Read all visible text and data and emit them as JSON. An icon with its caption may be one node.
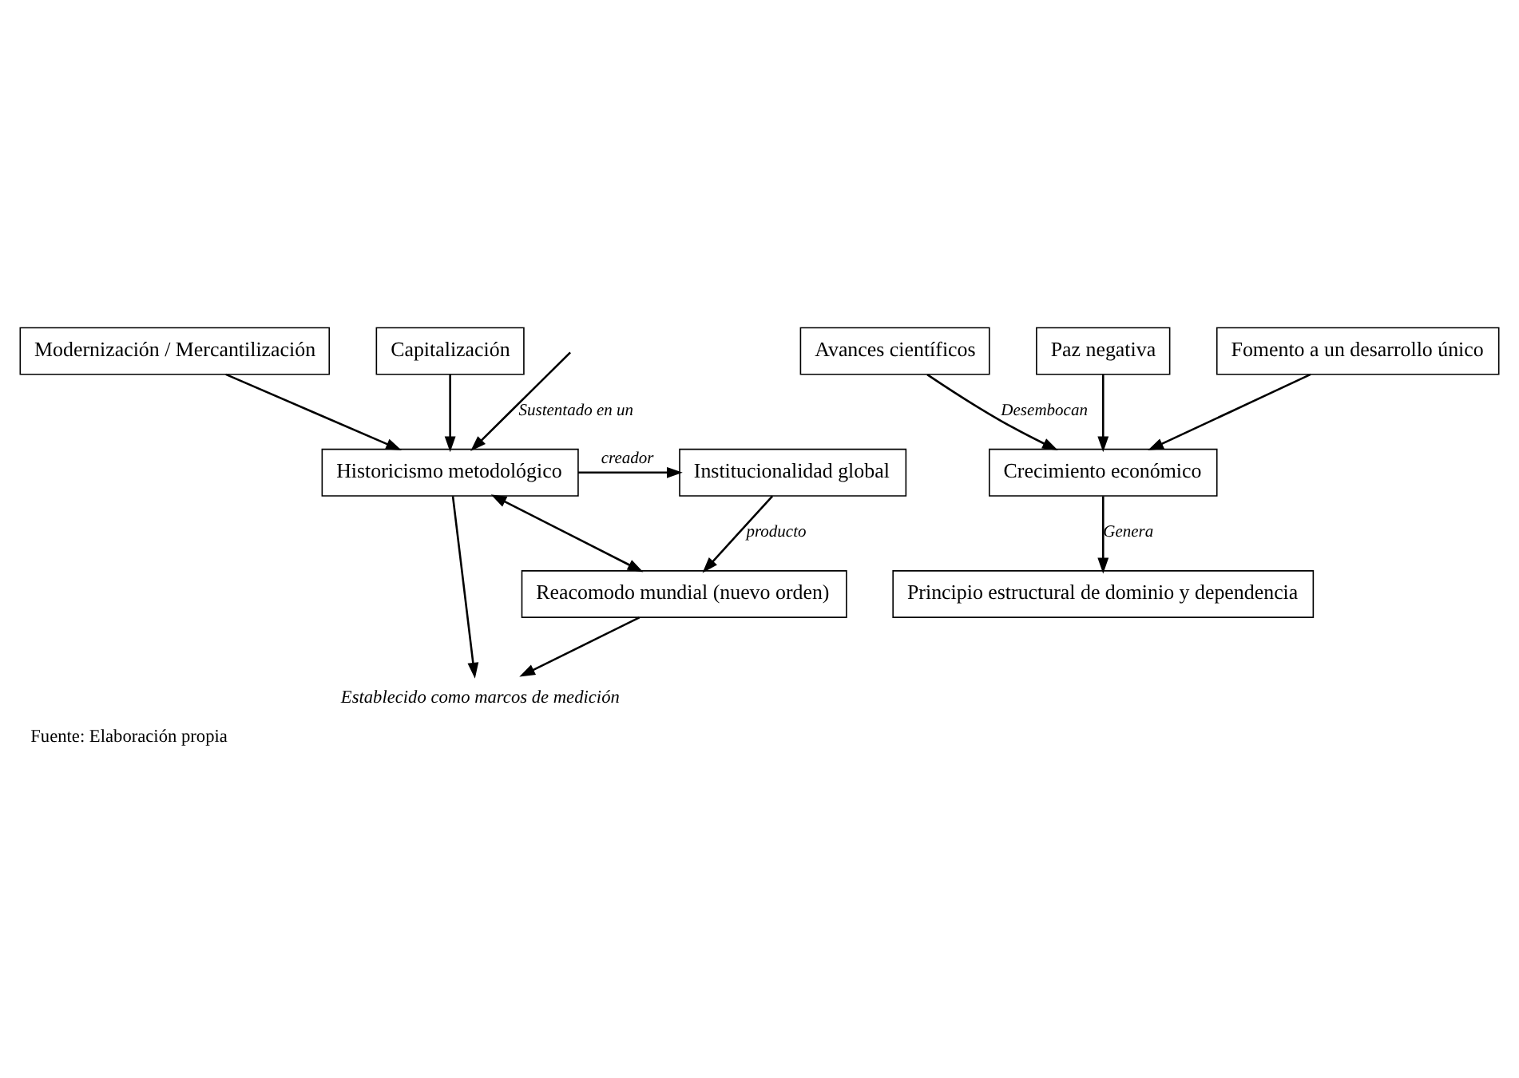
{
  "diagram": {
    "caption": "Fuente: Elaboración propia",
    "nodes": [
      {
        "text": [
          "Institucionalidad global"
        ]
      },
      {
        "text": [
          "Historicismo metodológico"
        ]
      },
      {
        "text": [
          "Modernización / Mercantilización"
        ]
      },
      {
        "text": [
          "Capitalización"
        ]
      },
      {
        "text": [
          "Reacomodo mundial (nuevo orden)"
        ]
      },
      {
        "text": [
          "Avances científicos"
        ]
      },
      {
        "text": [
          "Paz negativa"
        ]
      },
      {
        "text": [
          "Fomento a un desarrollo único"
        ]
      },
      {
        "text": [
          "Crecimiento económico"
        ]
      },
      {
        "text": [
          "Principio estructural de dominio y dependencia"
        ]
      },
      {
        "text": [
          "Establecido como marcos de medición"
        ]
      }
    ],
    "edges": [
      {
        "from": null,
        "to": 1,
        "arrow": "to",
        "label": "Sustentado en un"
      },
      {
        "from": 1,
        "to": 0,
        "arrow": "to",
        "label": "creador"
      },
      {
        "from": 0,
        "to": 4,
        "arrow": "to",
        "label": "producto"
      },
      {
        "from": 2,
        "to": 1,
        "arrow": "to"
      },
      {
        "from": 3,
        "to": 1,
        "arrow": "to"
      },
      {
        "from": 4,
        "to": 1,
        "arrow": "both"
      },
      {
        "from": 1,
        "to": 10,
        "arrow": "to"
      },
      {
        "from": 4,
        "to": 10,
        "arrow": "to"
      },
      {
        "from": 5,
        "to": 8,
        "arrow": "to",
        "label": "Desembocan"
      },
      {
        "from": 6,
        "to": 8,
        "arrow": "to"
      },
      {
        "from": 7,
        "to": 8,
        "arrow": "to"
      },
      {
        "from": 8,
        "to": 9,
        "arrow": "to",
        "label": "Genera"
      }
    ]
  }
}
